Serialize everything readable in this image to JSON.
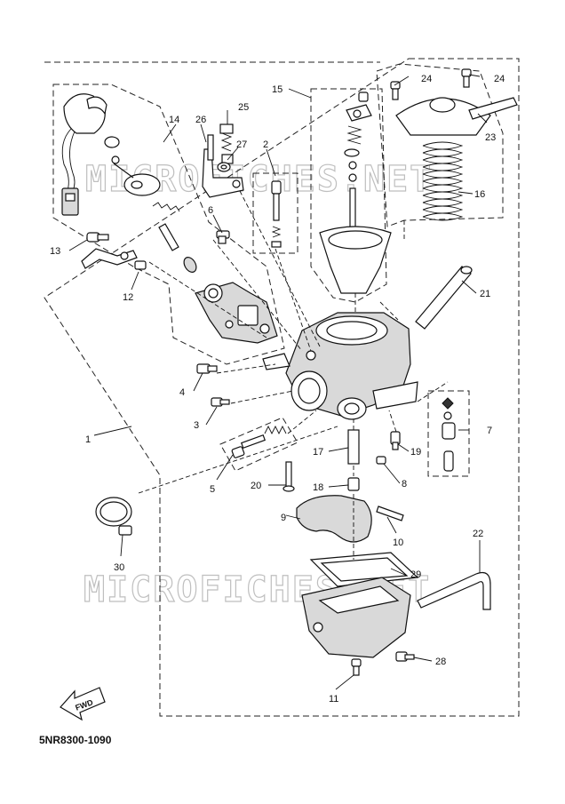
{
  "diagram": {
    "watermark": "MICROFICHES.NET",
    "fwd_label": "FWD",
    "catalog_code": "5NR8300-1090",
    "callouts": [
      {
        "id": "1",
        "label": "1"
      },
      {
        "id": "2",
        "label": "2"
      },
      {
        "id": "3",
        "label": "3"
      },
      {
        "id": "4",
        "label": "4"
      },
      {
        "id": "5",
        "label": "5"
      },
      {
        "id": "6",
        "label": "6"
      },
      {
        "id": "7",
        "label": "7"
      },
      {
        "id": "8",
        "label": "8"
      },
      {
        "id": "9",
        "label": "9"
      },
      {
        "id": "10",
        "label": "10"
      },
      {
        "id": "11",
        "label": "11"
      },
      {
        "id": "12",
        "label": "12"
      },
      {
        "id": "13",
        "label": "13"
      },
      {
        "id": "14",
        "label": "14"
      },
      {
        "id": "15",
        "label": "15"
      },
      {
        "id": "16",
        "label": "16"
      },
      {
        "id": "17",
        "label": "17"
      },
      {
        "id": "18",
        "label": "18"
      },
      {
        "id": "19",
        "label": "19"
      },
      {
        "id": "20",
        "label": "20"
      },
      {
        "id": "21",
        "label": "21"
      },
      {
        "id": "22",
        "label": "22"
      },
      {
        "id": "23",
        "label": "23"
      },
      {
        "id": "24a",
        "label": "24"
      },
      {
        "id": "24b",
        "label": "24"
      },
      {
        "id": "25",
        "label": "25"
      },
      {
        "id": "26",
        "label": "26"
      },
      {
        "id": "27",
        "label": "27"
      },
      {
        "id": "28",
        "label": "28"
      },
      {
        "id": "29",
        "label": "29"
      },
      {
        "id": "30",
        "label": "30"
      }
    ]
  }
}
